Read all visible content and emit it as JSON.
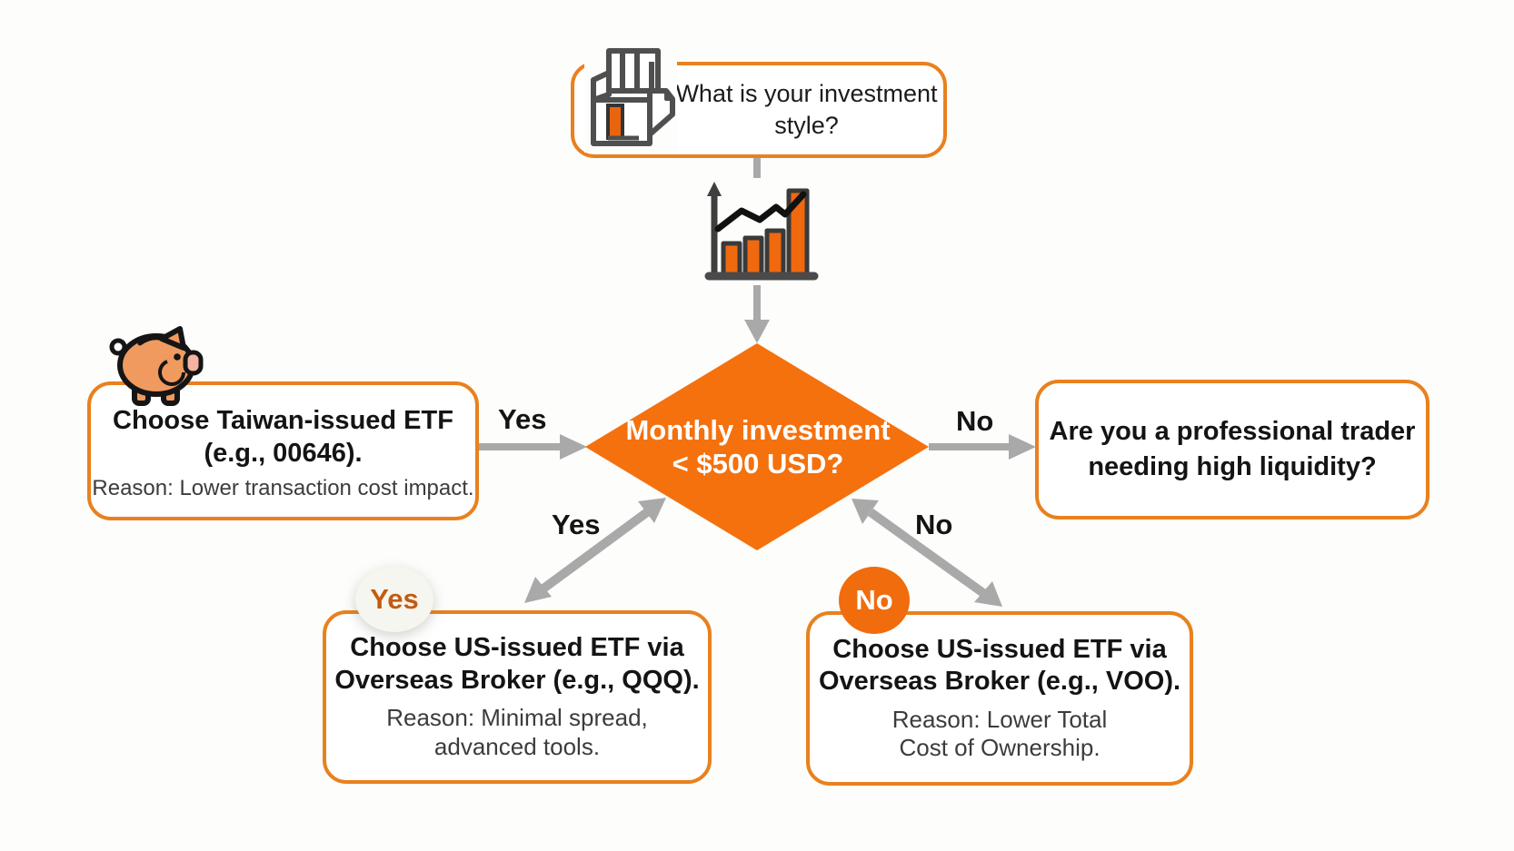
{
  "title": "ETF investment decision flowchart",
  "colors": {
    "diamond_fill": "#F4710E",
    "box_border": "#E8811F",
    "arrow_gray": "#A9A9A9",
    "title_text": "#141414",
    "reason_text": "#3C3C3C",
    "badge_yes_bg": "#F6F6F0",
    "badge_yes_text": "#C35B11",
    "badge_no_bg": "#F06C0C",
    "badge_no_text": "#FFFFFF",
    "background": "#FDFDFB",
    "icon_orange": "#F0690E"
  },
  "nodes": {
    "start": {
      "line1": "What is your investment",
      "line2": "style?"
    },
    "decision": {
      "line1": "Monthly investment",
      "line2": "< $500 USD?"
    },
    "taiwan_etf": {
      "title1": "Choose Taiwan-issued ETF",
      "title2": "(e.g., 00646).",
      "reason1": "Reason: Lower transaction cost impact."
    },
    "professional_trader": {
      "line1": "Are you a professional trader",
      "line2": "needing high liquidity?"
    },
    "us_etf_qqq": {
      "title1": "Choose US-issued ETF via",
      "title2": "Overseas Broker (e.g., QQQ).",
      "reason1": "Reason: Minimal spread,",
      "reason2": "advanced tools."
    },
    "us_etf_voo": {
      "title1": "Choose US-issued ETF via",
      "title2": "Overseas Broker (e.g., VOO).",
      "reason1": "Reason: Lower Total",
      "reason2": "Cost of Ownership."
    }
  },
  "edge_labels": {
    "yes_horizontal": "Yes",
    "no_horizontal": "No",
    "yes_diagonal": "Yes",
    "no_diagonal": "No"
  },
  "badges": {
    "yes": "Yes",
    "no": "No"
  },
  "icons": {
    "report": "report-document-icon",
    "chart": "bar-chart-icon",
    "piggy": "piggy-bank-icon"
  }
}
